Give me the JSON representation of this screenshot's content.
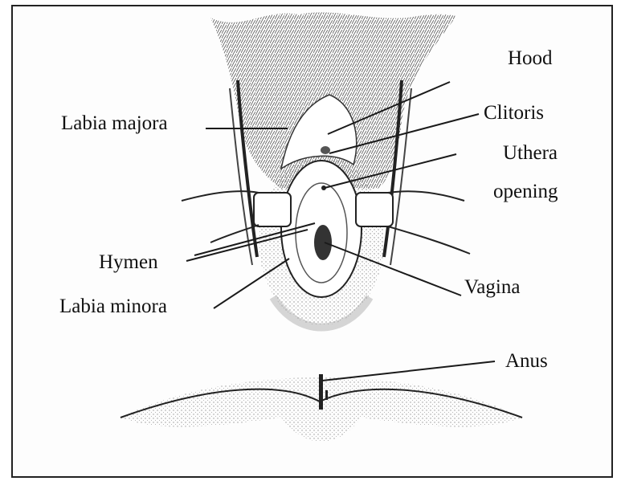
{
  "labels": {
    "hood": "Hood",
    "clitoris": "Clitoris",
    "urethra_line1": "Uthera",
    "urethra_line2": "opening",
    "labia_majora": "Labia majora",
    "hymen": "Hymen",
    "labia_minora": "Labia minora",
    "vagina": "Vagina",
    "anus": "Anus"
  },
  "colors": {
    "ink": "#1a1a1a",
    "fill": "#ffffff",
    "border": "#222222"
  }
}
